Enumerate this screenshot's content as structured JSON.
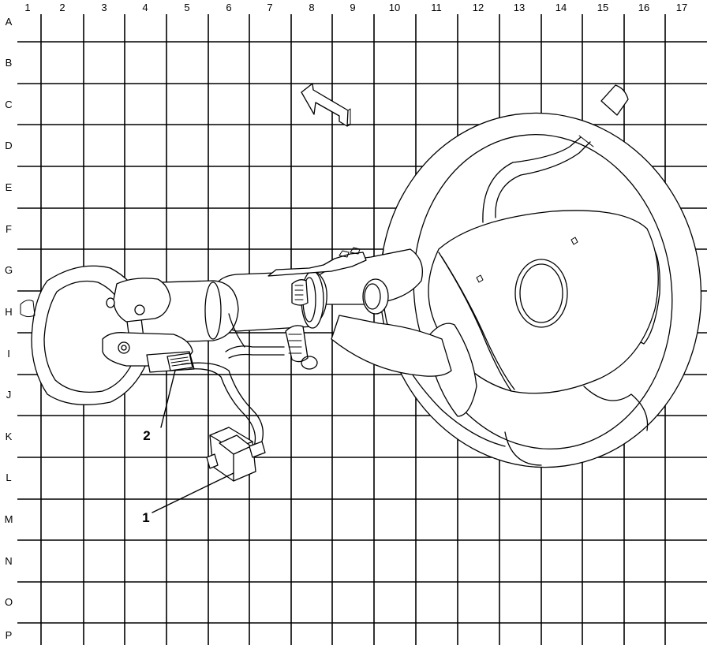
{
  "grid": {
    "columns": [
      "1",
      "2",
      "3",
      "4",
      "5",
      "6",
      "7",
      "8",
      "9",
      "10",
      "11",
      "12",
      "13",
      "14",
      "15",
      "16",
      "17"
    ],
    "rows": [
      "A",
      "B",
      "C",
      "D",
      "E",
      "F",
      "G",
      "H",
      "I",
      "J",
      "K",
      "L",
      "M",
      "N",
      "O",
      "P"
    ]
  },
  "callouts": [
    {
      "id": "1",
      "label": "1"
    },
    {
      "id": "2",
      "label": "2"
    }
  ],
  "colors": {
    "line": "#000000",
    "background": "#ffffff"
  }
}
